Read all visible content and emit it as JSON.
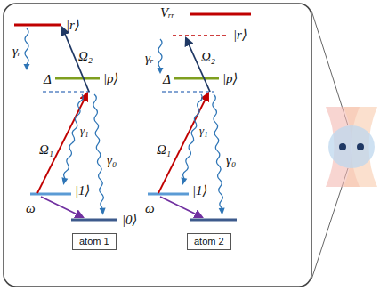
{
  "diagram": {
    "nodes": [
      {
        "text": [
          "atom 1"
        ]
      },
      {
        "text": [
          "atom 2"
        ]
      }
    ],
    "labels": [
      "|r⟩",
      "γᵣ",
      "Ω₂",
      "Δ",
      "|p⟩",
      "Ω₁",
      "γ₁",
      "γ₀",
      "|1⟩",
      "ω",
      "|0⟩",
      "Vᵣᵣ",
      "|r⟩",
      "γᵣ",
      "Ω₂",
      "Δ",
      "|p⟩",
      "Ω₁",
      "γ₁",
      "|1⟩",
      "γ₀",
      "ω"
    ]
  }
}
